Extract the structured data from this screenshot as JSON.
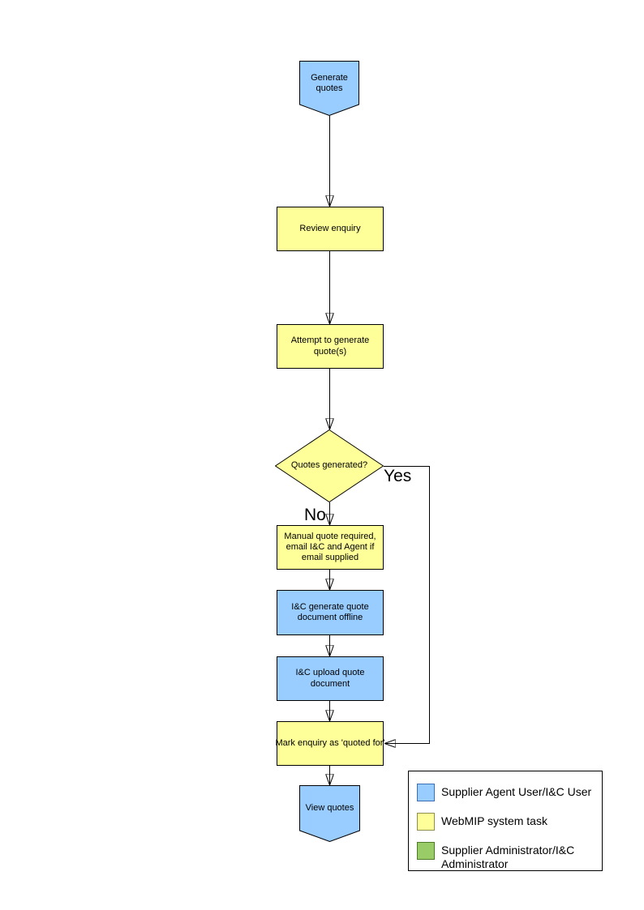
{
  "flowchart": {
    "branch_labels": {
      "yes": "Yes",
      "no": "No"
    },
    "nodes": {
      "start": {
        "label": "Generate quotes",
        "shape": "off-page-connector",
        "color": "#99CCFF"
      },
      "review": {
        "label": "Review enquiry",
        "shape": "process",
        "color": "#FFFF99"
      },
      "attempt": {
        "label": "Attempt to generate quote(s)",
        "shape": "process",
        "color": "#FFFF99"
      },
      "decision": {
        "label": "Quotes generated?",
        "shape": "decision",
        "color": "#FFFF99"
      },
      "manual": {
        "label": "Manual quote required, email I&C and Agent if email supplied",
        "shape": "process",
        "color": "#FFFF99"
      },
      "offline": {
        "label": "I&C generate quote document offline",
        "shape": "process",
        "color": "#99CCFF"
      },
      "upload": {
        "label": "I&C upload quote document",
        "shape": "process",
        "color": "#99CCFF"
      },
      "mark": {
        "label": "Mark enquiry as 'quoted for'",
        "shape": "process",
        "color": "#FFFF99"
      },
      "end": {
        "label": "View quotes",
        "shape": "off-page-connector",
        "color": "#99CCFF"
      }
    }
  },
  "legend": {
    "items": [
      {
        "label": "Supplier Agent User/I&C User",
        "color": "#99CCFF",
        "border": "#3B6FB6"
      },
      {
        "label": "WebMIP system task",
        "color": "#FFFF99",
        "border": "#8F8F4D"
      },
      {
        "label": "Supplier Administrator/I&C Administrator",
        "color": "#99CC66",
        "border": "#4F7A28"
      }
    ]
  }
}
